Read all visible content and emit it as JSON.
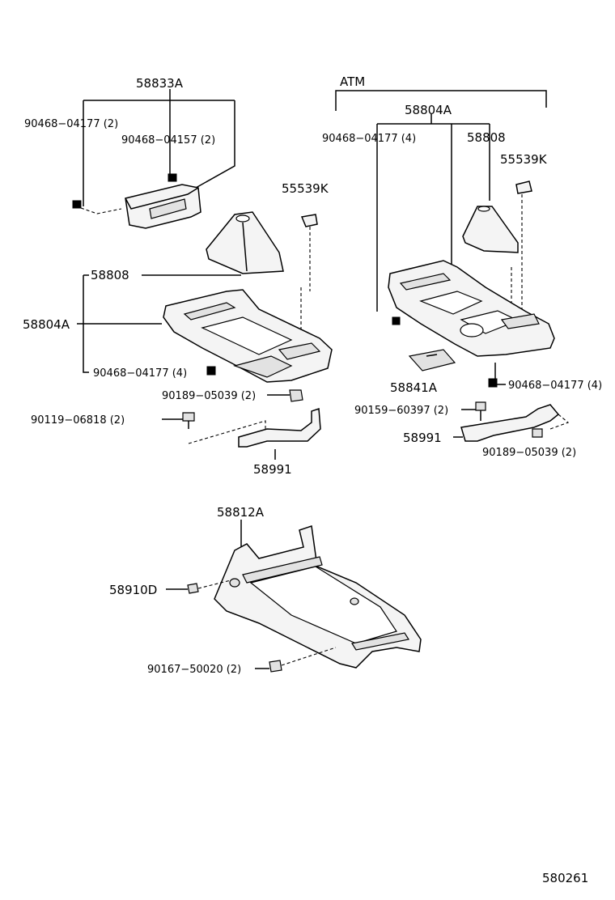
{
  "diagram": {
    "group_label": "ATM",
    "drawing_number": "580261",
    "left_assembly": {
      "p58833A": "58833A",
      "screw_04177_2": "90468−04177 (2)",
      "screw_04157_2": "90468−04157 (2)",
      "p55539K": "55539K",
      "p58808": "58808",
      "p58804A": "58804A",
      "screw_04177_4": "90468−04177 (4)",
      "bolt_05039_2": "90189−05039 (2)",
      "bolt_06818_2": "90119−06818 (2)",
      "p58991": "58991"
    },
    "right_assembly": {
      "p58804A": "58804A",
      "screw_04177_4_top": "90468−04177 (4)",
      "p58808": "58808",
      "p55539K": "55539K",
      "p58841A": "58841A",
      "screw_04177_4_bottom": "90468−04177 (4)",
      "bolt_60397_2": "90159−60397 (2)",
      "p58991": "58991",
      "bolt_05039_2": "90189−05039 (2)"
    },
    "lower_assembly": {
      "p58812A": "58812A",
      "p58910D": "58910D",
      "clip_50020_2": "90167−50020 (2)"
    }
  }
}
